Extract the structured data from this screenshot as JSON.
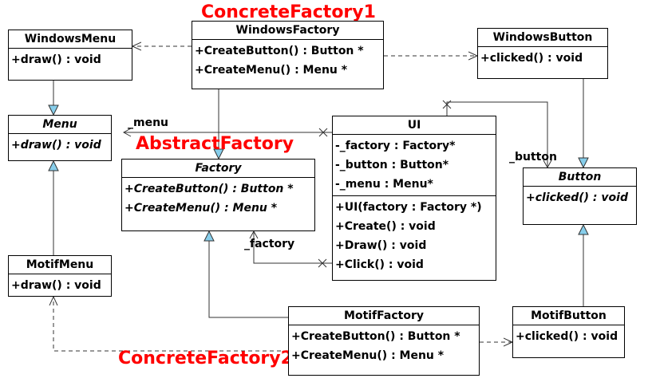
{
  "annotations": {
    "concrete_factory_1": "ConcreteFactory1",
    "abstract_factory": "AbstractFactory",
    "concrete_factory_2": "ConcreteFactory2",
    "color": "#ff0000"
  },
  "classes": {
    "windows_menu": {
      "name": "WindowsMenu",
      "ops": [
        "+draw() : void"
      ]
    },
    "windows_factory": {
      "name": "WindowsFactory",
      "ops": [
        "+CreateButton() : Button *",
        "+CreateMenu() : Menu *"
      ]
    },
    "windows_button": {
      "name": "WindowsButton",
      "ops": [
        "+clicked() : void"
      ]
    },
    "menu": {
      "name": "Menu",
      "ops": [
        "+draw() : void"
      ]
    },
    "factory": {
      "name": "Factory",
      "ops": [
        "+CreateButton() : Button *",
        "+CreateMenu() : Menu *"
      ]
    },
    "ui": {
      "name": "UI",
      "attrs": [
        "-_factory : Factory*",
        "-_button : Button*",
        "-_menu : Menu*"
      ],
      "ops": [
        "+UI(factory : Factory *)",
        "+Create() : void",
        "+Draw() : void",
        "+Click() : void"
      ]
    },
    "button": {
      "name": "Button",
      "ops": [
        "+clicked() : void"
      ]
    },
    "motif_menu": {
      "name": "MotifMenu",
      "ops": [
        "+draw() : void"
      ]
    },
    "motif_factory": {
      "name": "MotifFactory",
      "ops": [
        "+CreateButton() : Button *",
        "+CreateMenu() : Menu *"
      ]
    },
    "motif_button": {
      "name": "MotifButton",
      "ops": [
        "+clicked() : void"
      ]
    }
  },
  "role_labels": {
    "menu": "_menu",
    "button": "_button",
    "factory": "_factory"
  },
  "colors": {
    "line": "#333333",
    "triangle_fill": "#87ceeb"
  }
}
